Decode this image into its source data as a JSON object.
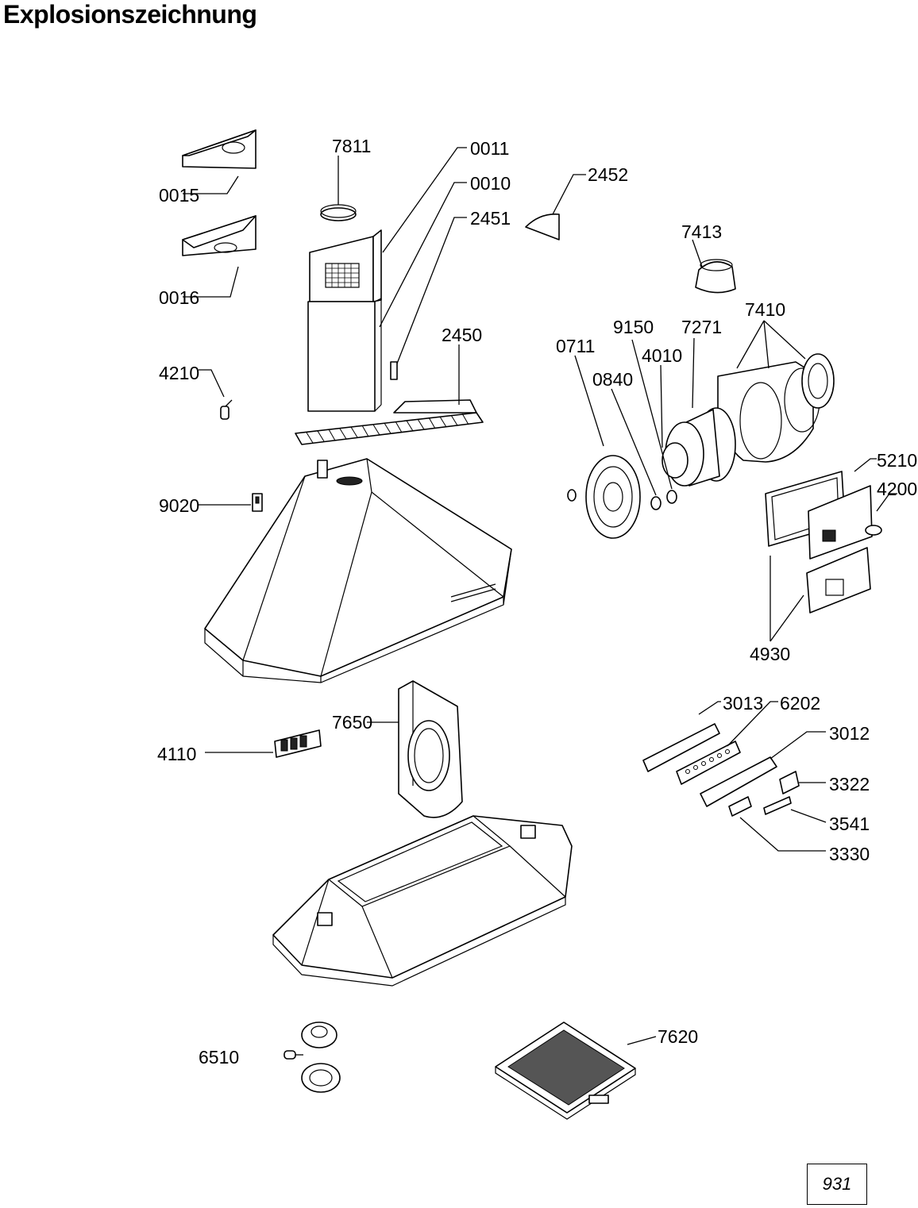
{
  "title": "Explosionszeichnung",
  "page_number": "931",
  "parts": {
    "p0015": "0015",
    "p0016": "0016",
    "p4210": "4210",
    "p9020": "9020",
    "p4110": "4110",
    "p6510": "6510",
    "p7811": "7811",
    "p0011": "0011",
    "p0010": "0010",
    "p2451": "2451",
    "p2452": "2452",
    "p2450": "2450",
    "p7413": "7413",
    "p7410": "7410",
    "p9150": "9150",
    "p7271": "7271",
    "p0711": "0711",
    "p4010": "4010",
    "p0840": "0840",
    "p5210": "5210",
    "p4200": "4200",
    "p4930": "4930",
    "p7650": "7650",
    "p3013": "3013",
    "p6202": "6202",
    "p3012": "3012",
    "p3322": "3322",
    "p3541": "3541",
    "p3330": "3330",
    "p7620": "7620"
  }
}
